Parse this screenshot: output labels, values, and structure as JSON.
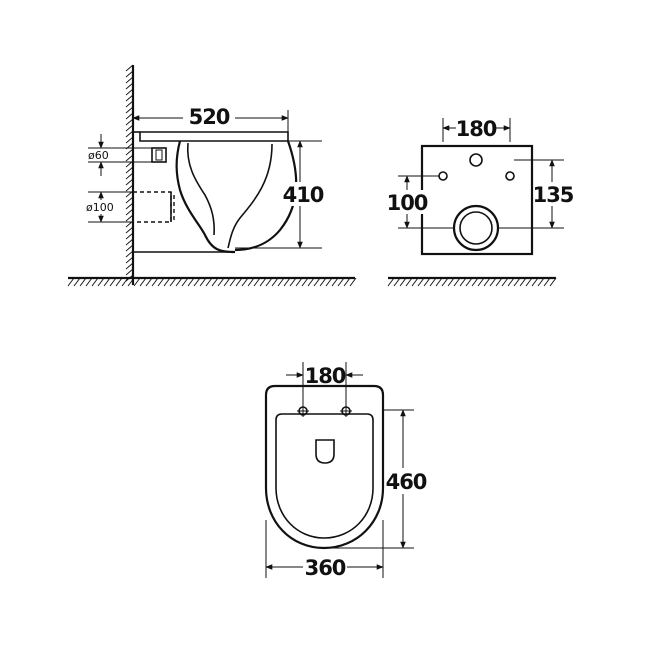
{
  "side_view": {
    "width_label": "520",
    "height_label": "410",
    "inlet_label": "ø60",
    "outlet_label": "ø100"
  },
  "rear_view": {
    "bolt_spacing_label": "180",
    "left_height_label": "100",
    "right_height_label": "135"
  },
  "top_view": {
    "bolt_spacing_label": "180",
    "length_label": "460",
    "width_label": "360"
  },
  "colors": {
    "line": "#111111",
    "background": "#ffffff"
  }
}
